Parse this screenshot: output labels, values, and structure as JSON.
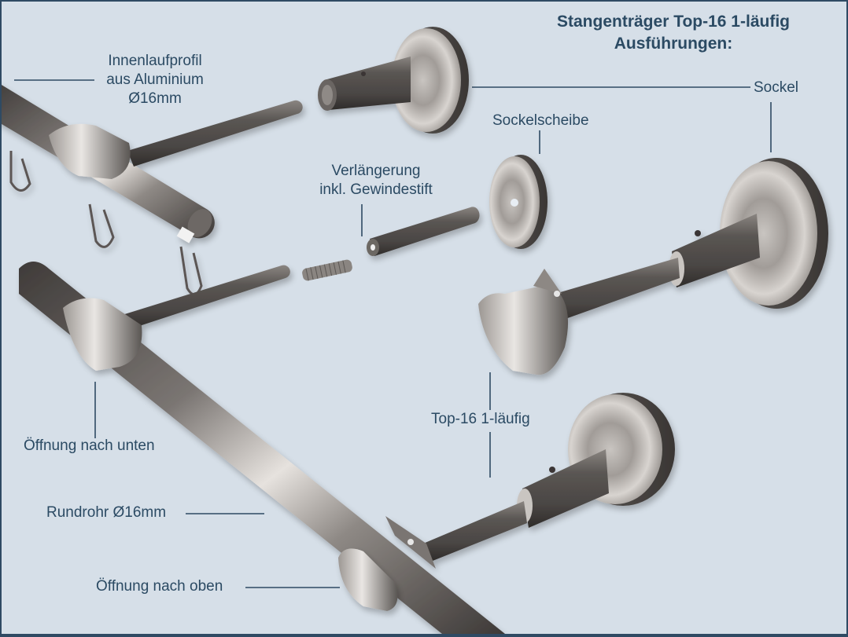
{
  "title": {
    "line1": "Stangenträger Top-16   1-läufig",
    "line2": "Ausführungen:"
  },
  "labels": {
    "innenlaufprofil": [
      "Innenlaufprofil",
      "aus Aluminium",
      "Ø16mm"
    ],
    "sockel": "Sockel",
    "sockelscheibe": "Sockelscheibe",
    "verlaengerung": [
      "Verlängerung",
      "inkl. Gewindestift"
    ],
    "oeffnung_unten": "Öffnung nach unten",
    "top16": "Top-16 1-läufig",
    "rundrohr": "Rundrohr Ø16mm",
    "oeffnung_oben": "Öffnung nach oben"
  },
  "colors": {
    "background": "#d6dfe8",
    "border": "#2f4a63",
    "text": "#2b4a63",
    "leader_line": "#2f4a63",
    "metal_dark": "#4a4644",
    "metal_mid": "#7d7875",
    "metal_light": "#d9d6d3"
  }
}
